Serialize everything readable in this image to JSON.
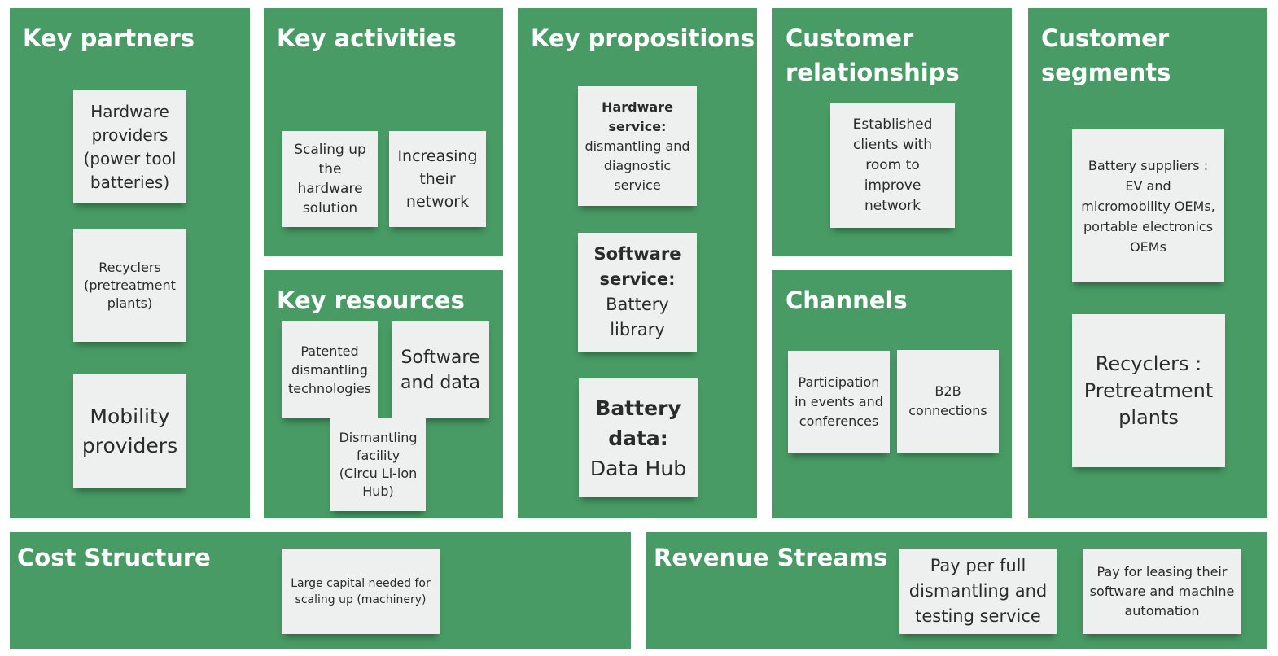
{
  "canvas": {
    "key_partners": {
      "title": "Key partners",
      "notes": [
        "Hardware providers (power tool batteries)",
        "Recyclers (pretreatment plants)",
        "Mobility providers"
      ]
    },
    "key_activities": {
      "title": "Key activities",
      "notes": [
        "Scaling up the hardware solution",
        "Increasing their network"
      ]
    },
    "key_resources": {
      "title": "Key resources",
      "notes": [
        "Patented dismantling technologies",
        "Software and data",
        "Dismantling facility (Circu Li-ion Hub)"
      ]
    },
    "key_propositions": {
      "title": "Key propositions",
      "notes": [
        {
          "bold": "Hardware service:",
          "text": "dismantling and diagnostic service"
        },
        {
          "bold": "Software service:",
          "text": "Battery library"
        },
        {
          "bold": "Battery data:",
          "text": "Data Hub"
        }
      ]
    },
    "customer_relationships": {
      "title": "Customer\nrelationships",
      "notes": [
        "Established clients with room to improve network"
      ]
    },
    "channels": {
      "title": "Channels",
      "notes": [
        "Participation in events and conferences",
        "B2B connections"
      ]
    },
    "customer_segments": {
      "title": "Customer\nsegments",
      "notes": [
        "Battery suppliers : EV and micromobility OEMs, portable electronics OEMs",
        "Recyclers : Pretreatment plants"
      ]
    },
    "cost_structure": {
      "title": "Cost Structure",
      "notes": [
        "Large capital needed for scaling up (machinery)"
      ]
    },
    "revenue_streams": {
      "title": "Revenue Streams",
      "notes": [
        "Pay per full dismantling and testing service",
        "Pay for leasing their software and machine automation"
      ]
    }
  },
  "colors": {
    "panel": "#489b65",
    "note": "#eef0ef",
    "title": "#ffffff"
  }
}
